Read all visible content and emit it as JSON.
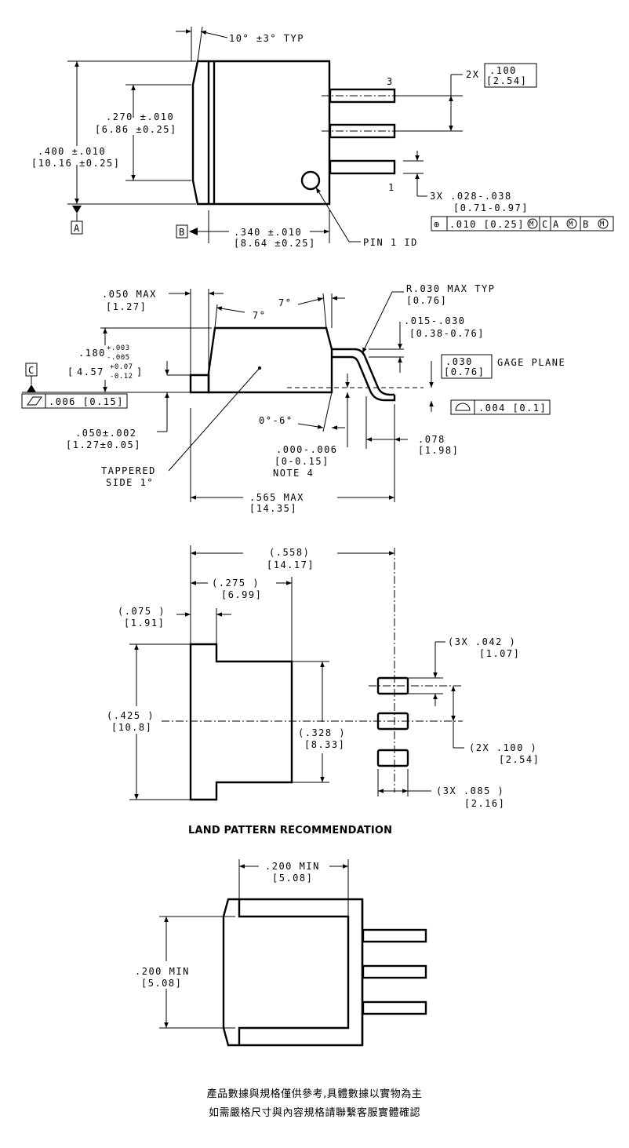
{
  "top_view": {
    "angle": "10° ±3° TYP",
    "h270": ".270 ±.010",
    "h270_mm": "[6.86 ±0.25]",
    "h400": ".400 ±.010",
    "h400_mm": "[10.16 ±0.25]",
    "datum_a": "A",
    "datum_b": "B",
    "w340": ".340 ±.010",
    "w340_mm": "[8.64 ±0.25]",
    "pin1": "PIN 1 ID",
    "pin_3": "3",
    "pin_1": "1",
    "pitch_2x": "2X",
    "pitch_in": ".100",
    "pitch_mm": "[2.54]",
    "lead_w": "3X .028-.038",
    "lead_w_mm": "[0.71-0.97]",
    "fcf_symbol": "⊕",
    "fcf_tol": ".010 [0.25]",
    "fcf_m": "M",
    "fcf_c": "C",
    "fcf_a": "A",
    "fcf_b": "B"
  },
  "side_view": {
    "max050": ".050 MAX",
    "max050_mm": "[1.27]",
    "angle7a": "7°",
    "angle7b": "7°",
    "r030": "R.030 MAX TYP",
    "r030_mm": "[0.76]",
    "lead_t": ".015-.030",
    "lead_t_mm": "[0.38-0.76]",
    "gage_in": ".030",
    "gage_mm": "[0.76]",
    "gage_label": "GAGE PLANE",
    "h180": ".180",
    "h180_tol_up": "+.003",
    "h180_tol_dn": "-.005",
    "h180_mm": "4.57",
    "h180_mm_up": "+0.07",
    "h180_mm_dn": "-0.12",
    "datum_c": "C",
    "flat_tol": ".006 [0.15]",
    "coplan_tol": ".004 [0.1]",
    "angle06": "0°-6°",
    "std050": ".050±.002",
    "std050_mm": "[1.27±0.05]",
    "standoff": ".000-.006",
    "standoff_mm": "[0-0.15]",
    "note4": "NOTE 4",
    "l078": ".078",
    "l078_mm": "[1.98]",
    "tappered": "TAPPERED",
    "side1": "SIDE 1°",
    "max565": ".565    MAX",
    "max565_mm": "[14.35]"
  },
  "land_pattern": {
    "d558": "(.558)",
    "d558_mm": "[14.17]",
    "d275": "(.275   )",
    "d275_mm": "[6.99]",
    "d075": "(.075   )",
    "d075_mm": "[1.91]",
    "d425": "(.425   )",
    "d425_mm": "[10.8]",
    "d328": "(.328   )",
    "d328_mm": "[8.33]",
    "d042": "(3X .042    )",
    "d042_mm": "[1.07]",
    "d100": "(2X .100    )",
    "d100_mm": "[2.54]",
    "d085": "(3X .085    )",
    "d085_mm": "[2.16]",
    "title": "LAND PATTERN RECOMMENDATION"
  },
  "bottom_view": {
    "w200": ".200 MIN",
    "w200_mm": "[5.08]",
    "h200": ".200 MIN",
    "h200_mm": "[5.08]"
  },
  "notice": {
    "line1": "產品數據與規格僅供參考,具體數據以實物為主",
    "line2": "如需嚴格尺寸與內容規格請聯繫客服實體確認",
    "color": "#e8412c"
  }
}
